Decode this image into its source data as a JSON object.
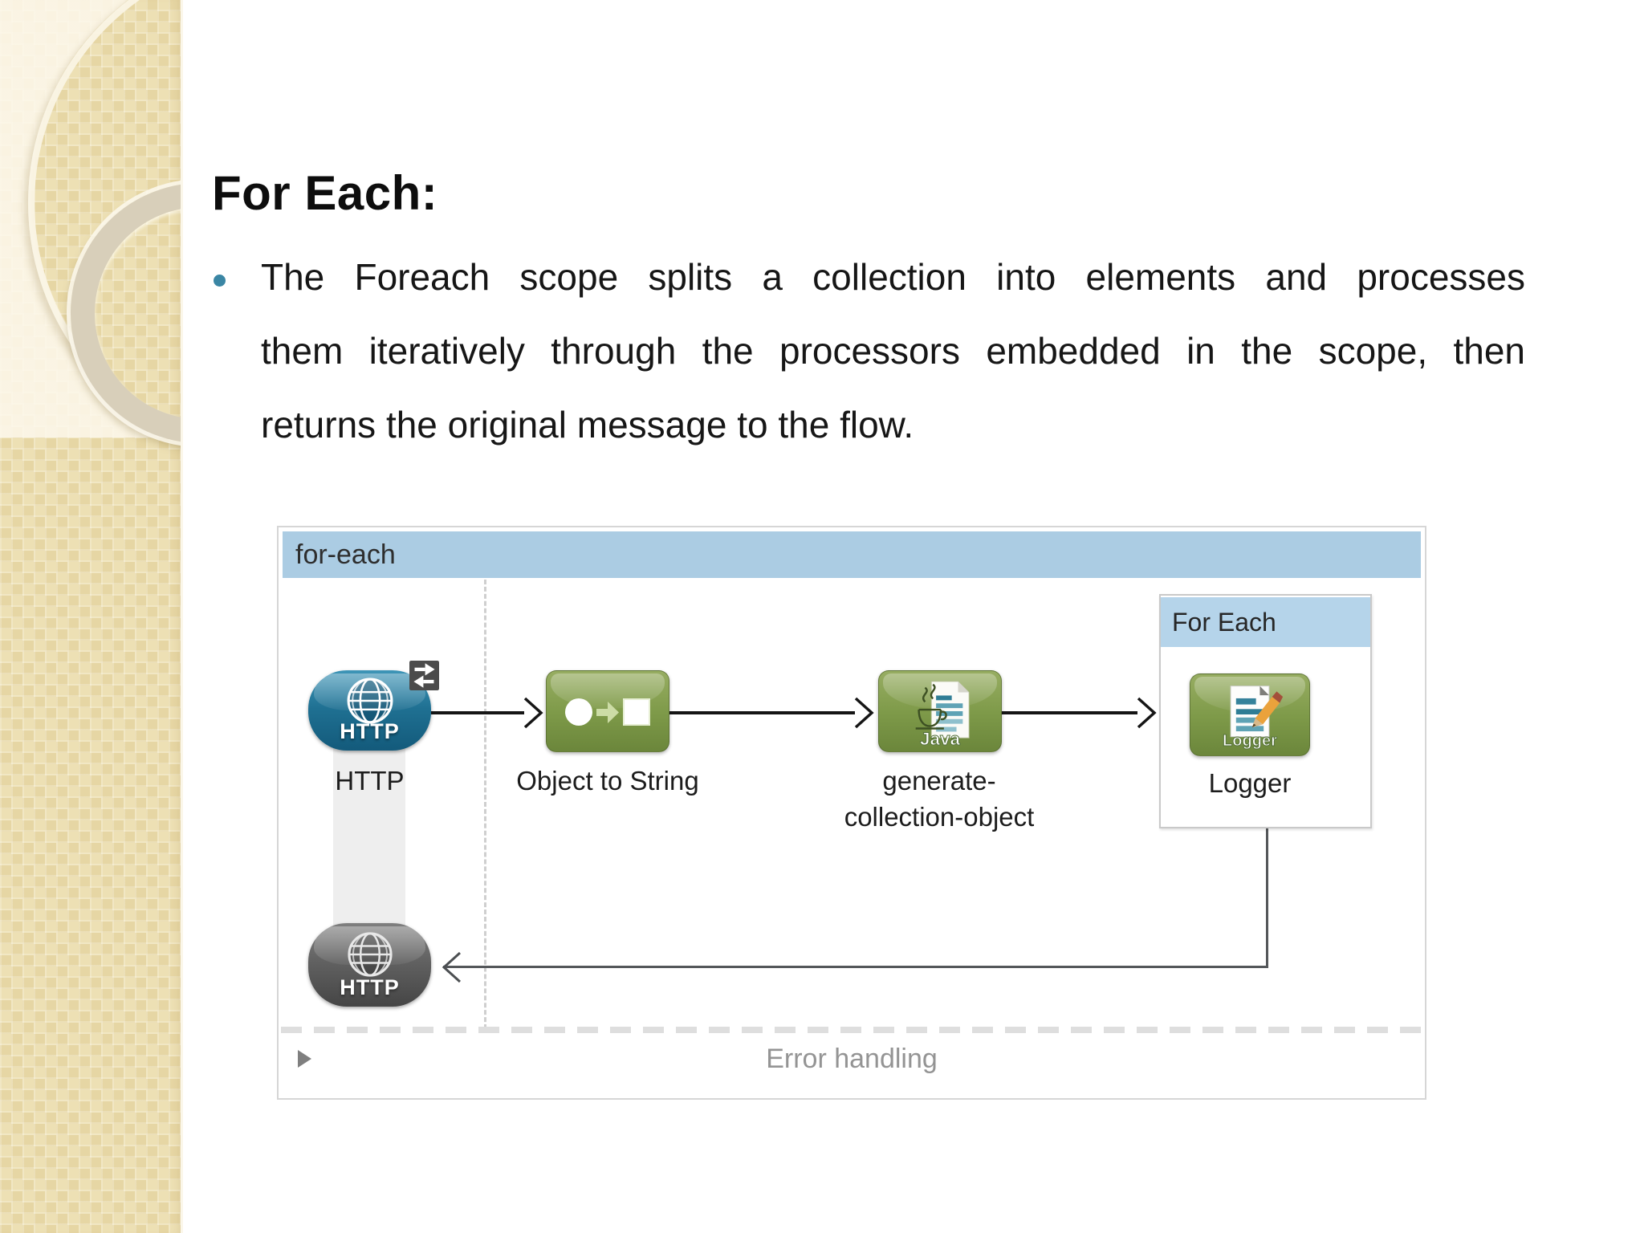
{
  "slide": {
    "title": "For Each:",
    "bullet": {
      "line1": "The Foreach scope splits a collection into elements and processes",
      "line2": "them iteratively through the processors embedded in the scope, then",
      "line3": "returns the original message to the flow."
    }
  },
  "diagram": {
    "flow_label": "for-each",
    "http_source": {
      "label": "HTTP",
      "icon_text": "HTTP"
    },
    "object_to_string": {
      "label": "Object to String"
    },
    "java": {
      "label_line1": "generate-",
      "label_line2": "collection-object",
      "icon_text": "Java"
    },
    "foreach_scope": {
      "title": "For Each"
    },
    "logger": {
      "label": "Logger",
      "icon_text": "Logger"
    },
    "http_response": {
      "icon_text": "HTTP"
    },
    "error_handling": {
      "label": "Error handling"
    }
  },
  "colors": {
    "header-blue": "#abcce3",
    "scope-header-blue": "#b5d4ea",
    "proc-green-hi": "#97ad62",
    "proc-green": "#7e9a49",
    "proc-green-lo": "#6b863b",
    "http-blue-hi": "#3e95b7",
    "http-blue": "#1f7092",
    "http-blue-lo": "#135a7b",
    "http-dark-hi": "#7f7f7f",
    "http-dark": "#606060",
    "http-dark-lo": "#454545",
    "bullet-teal": "#3a86a4",
    "arrow-black": "#151515",
    "return-gray": "#54575a",
    "label-ink": "#1c1c1c",
    "error-gray": "#949494",
    "sidebar-base": "#ebddab",
    "sidebar-ring": "#d8cfba"
  }
}
